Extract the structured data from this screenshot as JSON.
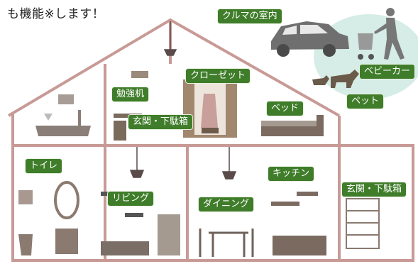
{
  "headline": "も機能※します！",
  "rooms": [
    {
      "id": "car",
      "label": "クルマの室内"
    },
    {
      "id": "stroller",
      "label": "ベビーカー"
    },
    {
      "id": "pet",
      "label": "ペット"
    },
    {
      "id": "study",
      "label": "勉強机"
    },
    {
      "id": "closet",
      "label": "クローゼット"
    },
    {
      "id": "bed",
      "label": "ベッド"
    },
    {
      "id": "entrance-upper",
      "label": "玄関・下駄箱"
    },
    {
      "id": "toilet",
      "label": "トイレ"
    },
    {
      "id": "living",
      "label": "リビング"
    },
    {
      "id": "dining",
      "label": "ダイニング"
    },
    {
      "id": "kitchen",
      "label": "キッチン"
    },
    {
      "id": "entrance-lower",
      "label": "玄関・下駄箱"
    }
  ],
  "colors": {
    "label_bg": "#3f7d2a",
    "label_text": "#ffffff",
    "house_line": "#c89a96",
    "outdoor_glow": "#cfe9e4"
  }
}
